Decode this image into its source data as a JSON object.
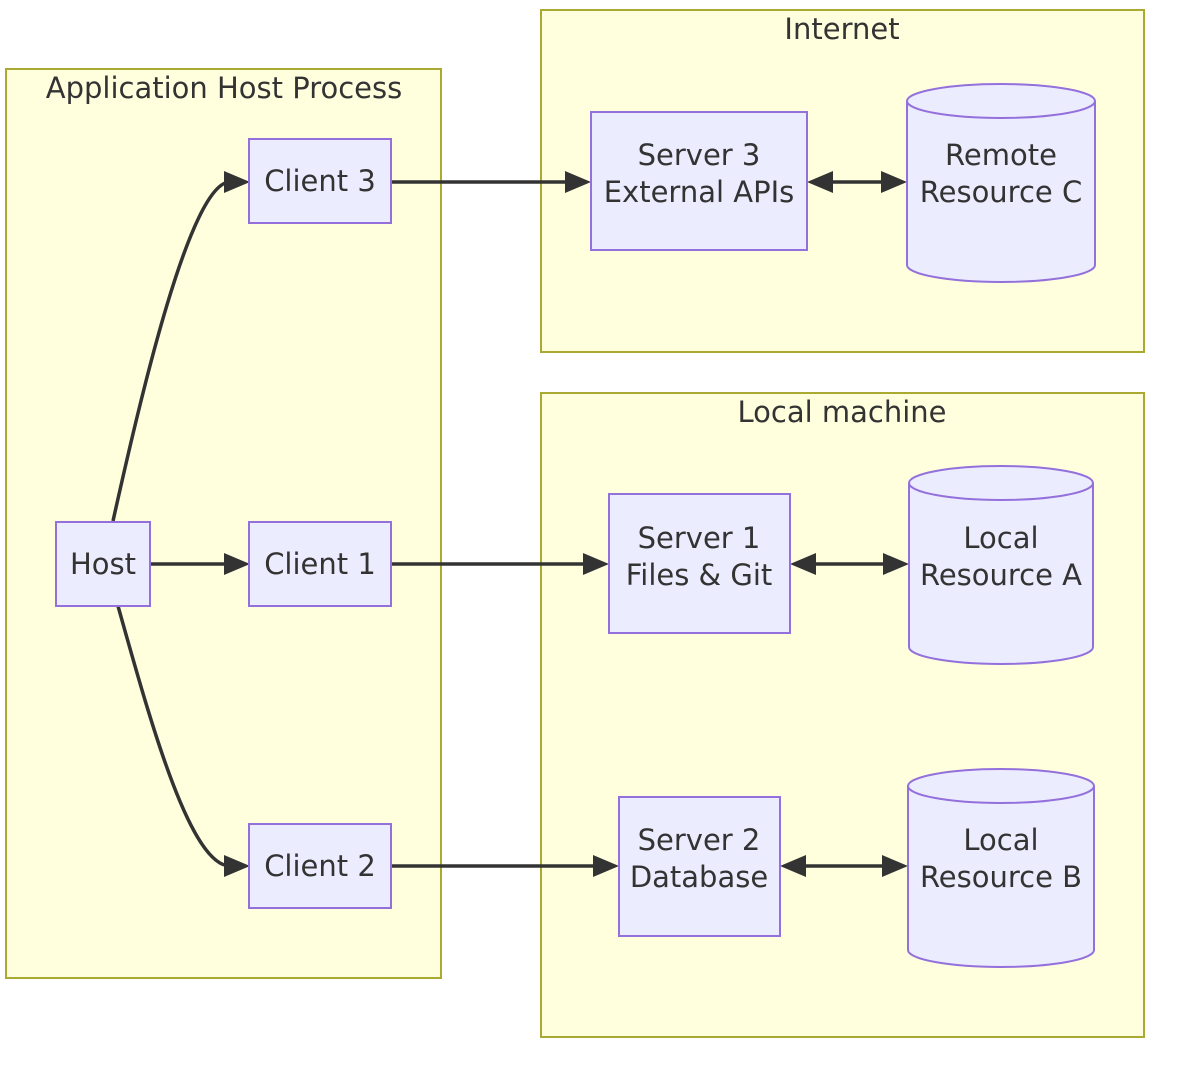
{
  "groups": {
    "app_host": "Application Host Process",
    "internet": "Internet",
    "local": "Local machine"
  },
  "nodes": {
    "host": "Host",
    "client3": "Client 3",
    "client1": "Client 1",
    "client2": "Client 2",
    "server3": [
      "Server 3",
      "External APIs"
    ],
    "server1": [
      "Server 1",
      "Files & Git"
    ],
    "server2": [
      "Server 2",
      "Database"
    ],
    "remoteC": [
      "Remote",
      "Resource C"
    ],
    "localA": [
      "Local",
      "Resource A"
    ],
    "localB": [
      "Local",
      "Resource B"
    ]
  },
  "colors": {
    "group_fill": "#ffffde",
    "group_stroke": "#aaaa33",
    "node_fill": "#ececff",
    "node_stroke": "#9370db",
    "edge": "#333333"
  }
}
